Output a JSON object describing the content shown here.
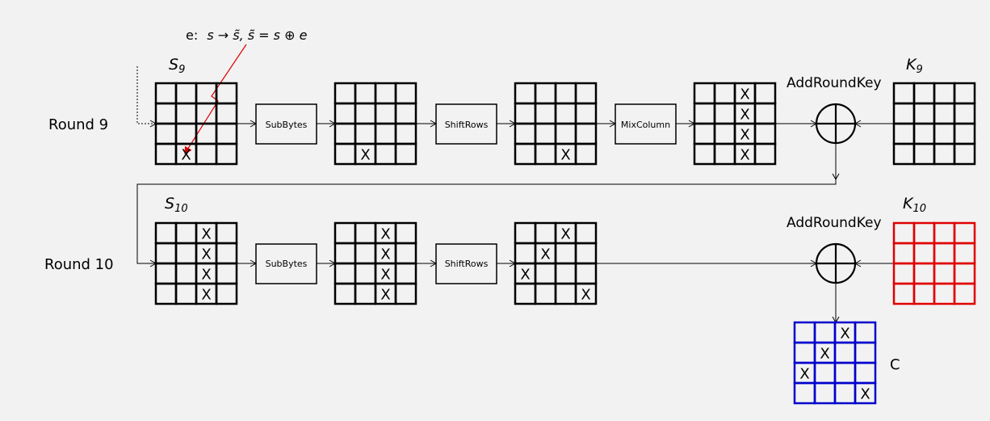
{
  "fault_annotation": {
    "prefix": "e:",
    "formula": "s → s̃, s̃ = s ⊕ e"
  },
  "rounds": [
    {
      "label": "Round 9",
      "state_label": {
        "base": "S",
        "sub": "9"
      },
      "key_label": {
        "base": "K",
        "sub": "9"
      },
      "addroundkey": "AddRoundKey"
    },
    {
      "label": "Round 10",
      "state_label": {
        "base": "S",
        "sub": "10"
      },
      "key_label": {
        "base": "K",
        "sub": "10"
      },
      "addroundkey": "AddRoundKey"
    }
  ],
  "ops": {
    "subbytes": "SubBytes",
    "shiftrows": "ShiftRows",
    "mixcolumn": "MixColumn"
  },
  "output_label": "C",
  "cell_mark": "X",
  "marks": {
    "r9_s9": [
      [
        3,
        1
      ]
    ],
    "r9_after_subbytes": [
      [
        3,
        1
      ]
    ],
    "r9_after_shiftrows": [
      [
        3,
        2
      ]
    ],
    "r9_after_mixcolumn": [
      [
        0,
        2
      ],
      [
        1,
        2
      ],
      [
        2,
        2
      ],
      [
        3,
        2
      ]
    ],
    "r10_s10": [
      [
        0,
        2
      ],
      [
        1,
        2
      ],
      [
        2,
        2
      ],
      [
        3,
        2
      ]
    ],
    "r10_after_subbytes": [
      [
        0,
        2
      ],
      [
        1,
        2
      ],
      [
        2,
        2
      ],
      [
        3,
        2
      ]
    ],
    "r10_after_shiftrows": [
      [
        0,
        2
      ],
      [
        1,
        1
      ],
      [
        2,
        0
      ],
      [
        3,
        3
      ]
    ],
    "output_c": [
      [
        0,
        2
      ],
      [
        1,
        1
      ],
      [
        2,
        0
      ],
      [
        3,
        3
      ]
    ]
  },
  "colors": {
    "ink": "#000000",
    "fault": "#e00000",
    "key10": "#e00000",
    "output": "#0000cc",
    "background": "#f2f2f2"
  }
}
